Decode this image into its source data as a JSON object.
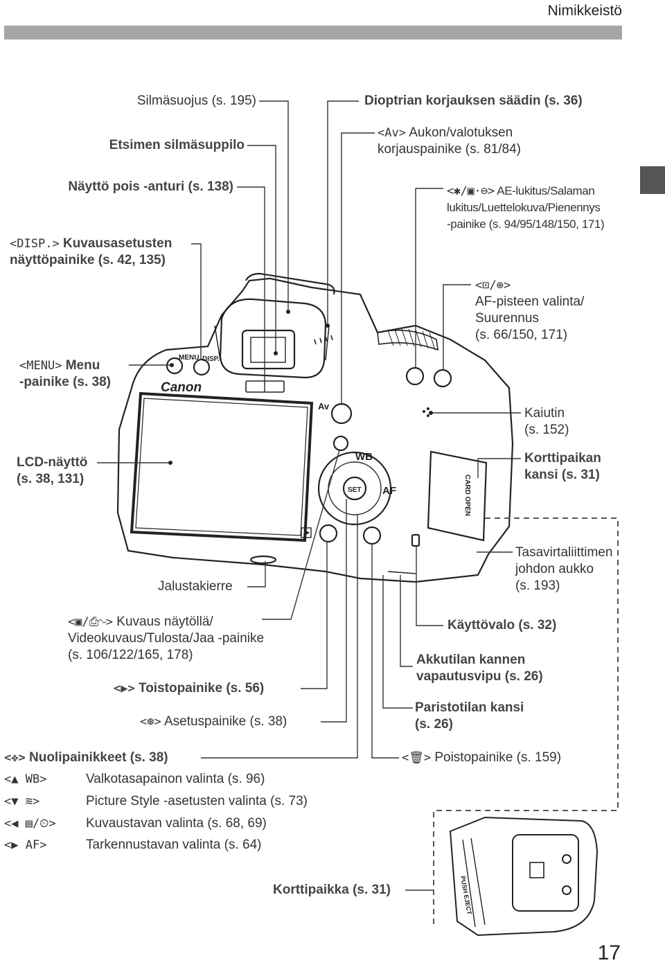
{
  "header": {
    "section": "Nimikkeistö"
  },
  "page_number": "17",
  "labels": {
    "eyecup": "Silmäsuojus (s. 195)",
    "eyepiece": "Etsimen silmäsuppilo",
    "display_sensor": "Näyttö pois -anturi (s. 138)",
    "disp_button_l1": "Kuvausasetusten",
    "disp_button_l2": "näyttöpainike (s. 42, 135)",
    "menu_button_l1": "Menu",
    "menu_button_l2": "-painike (s. 38)",
    "lcd_l1": "LCD-näyttö",
    "lcd_l2": "(s. 38, 131)",
    "diopter": "Dioptrian korjauksen säädin (s. 36)",
    "av_button_l1": "Aukon/valotuksen",
    "av_button_l2": "korjauspainike (s. 81/84)",
    "ae_lock_l1": "AE-lukitus/Salaman",
    "ae_lock_l2": "lukitus/Luettelokuva/Pienennys",
    "ae_lock_l3": "-painike (s. 94/95/148/150, 171)",
    "af_point_l1": "AF-pisteen valinta/",
    "af_point_l2": "Suurennus",
    "af_point_l3": "(s. 66/150, 171)",
    "speaker_l1": "Kaiutin",
    "speaker_l2": "(s. 152)",
    "card_cover_l1": "Korttipaikan",
    "card_cover_l2": "kansi (s. 31)",
    "dc_cord_l1": "Tasavirtaliittimen",
    "dc_cord_l2": "johdon aukko",
    "dc_cord_l3": "(s. 193)",
    "tripod": "Jalustakierre",
    "direct_print_l1": "Kuvaus näytöllä/",
    "direct_print_l2": "Videokuvaus/Tulosta/Jaa -painike",
    "direct_print_l3": "(s. 106/122/165, 178)",
    "playback": "Toistopainike (s. 56)",
    "set_button": "Asetuspainike (s. 38)",
    "access_lamp": "Käyttövalo (s. 32)",
    "battery_lever_l1": "Akkutilan kannen",
    "battery_lever_l2": "vapautusvipu (s. 26)",
    "battery_cover_l1": "Paristotilan kansi",
    "battery_cover_l2": "(s. 26)",
    "erase": "Poistopainike (s. 159)",
    "cross_keys": "Nuolipainikkeet (s. 38)",
    "wb": "Valkotasapainon valinta (s. 96)",
    "picture_style": "Picture Style -asetusten valinta (s. 73)",
    "drive_mode": "Kuvaustavan valinta (s. 68, 69)",
    "af_mode": "Tarkennustavan valinta (s. 64)",
    "card_slot": "Korttipaikka (s. 31)"
  },
  "symbols": {
    "disp": "DISP.",
    "menu": "MENU",
    "av": "Av",
    "wb": "WB",
    "af": "AF",
    "set": "SET",
    "canon": "Canon",
    "card_open": "CARD OPEN",
    "push_eject": "PUSH EJECT"
  }
}
